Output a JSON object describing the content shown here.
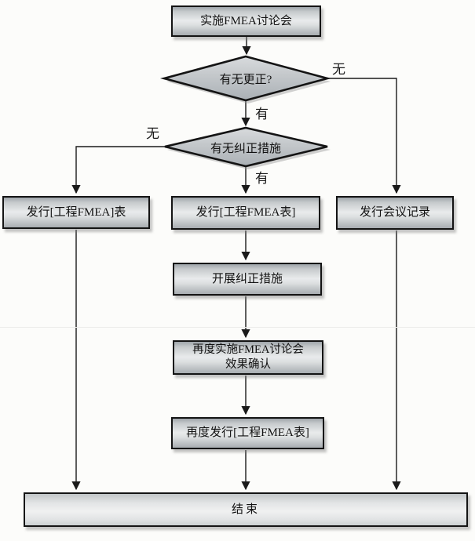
{
  "diagram": {
    "type": "flowchart",
    "language": "zh-CN",
    "nodes": {
      "start": {
        "label": "实施FMEA讨论会",
        "shape": "rect"
      },
      "decision_correction": {
        "label": "有无更正?",
        "shape": "diamond"
      },
      "decision_corrective_action": {
        "label": "有无纠正措施",
        "shape": "diamond"
      },
      "issue_fmea_table_left": {
        "label": "发行[工程FMEA]表",
        "shape": "rect"
      },
      "issue_fmea_table_mid": {
        "label": "发行[工程FMEA表]",
        "shape": "rect"
      },
      "issue_meeting_minutes": {
        "label": "发行会议记录",
        "shape": "rect"
      },
      "carry_out_corrective_action": {
        "label": "开展纠正措施",
        "shape": "rect"
      },
      "recheck_effect": {
        "label_line1": "再度实施FMEA讨论会",
        "label_line2": "效果确认",
        "shape": "rect"
      },
      "reissue_fmea_table": {
        "label": "再度发行[工程FMEA表]",
        "shape": "rect"
      },
      "end": {
        "label": "结束",
        "shape": "rect"
      }
    },
    "edge_labels": {
      "decision1_no": "无",
      "decision1_yes": "有",
      "decision2_no": "无",
      "decision2_yes": "有"
    },
    "edges": [
      {
        "from": "start",
        "to": "decision_correction"
      },
      {
        "from": "decision_correction",
        "to": "decision_corrective_action",
        "label": "有"
      },
      {
        "from": "decision_correction",
        "to": "issue_meeting_minutes",
        "label": "无"
      },
      {
        "from": "decision_corrective_action",
        "to": "issue_fmea_table_left",
        "label": "无"
      },
      {
        "from": "decision_corrective_action",
        "to": "issue_fmea_table_mid",
        "label": "有"
      },
      {
        "from": "issue_fmea_table_mid",
        "to": "carry_out_corrective_action"
      },
      {
        "from": "carry_out_corrective_action",
        "to": "recheck_effect"
      },
      {
        "from": "recheck_effect",
        "to": "reissue_fmea_table"
      },
      {
        "from": "reissue_fmea_table",
        "to": "end"
      },
      {
        "from": "issue_fmea_table_left",
        "to": "end"
      },
      {
        "from": "issue_meeting_minutes",
        "to": "end"
      }
    ],
    "colors": {
      "node_border": "#141414",
      "node_fill_light": "#e9ebec",
      "node_fill_dark": "#a8adb1",
      "connector_line": "#1a1a1a",
      "background": "#fcfcfa"
    }
  }
}
